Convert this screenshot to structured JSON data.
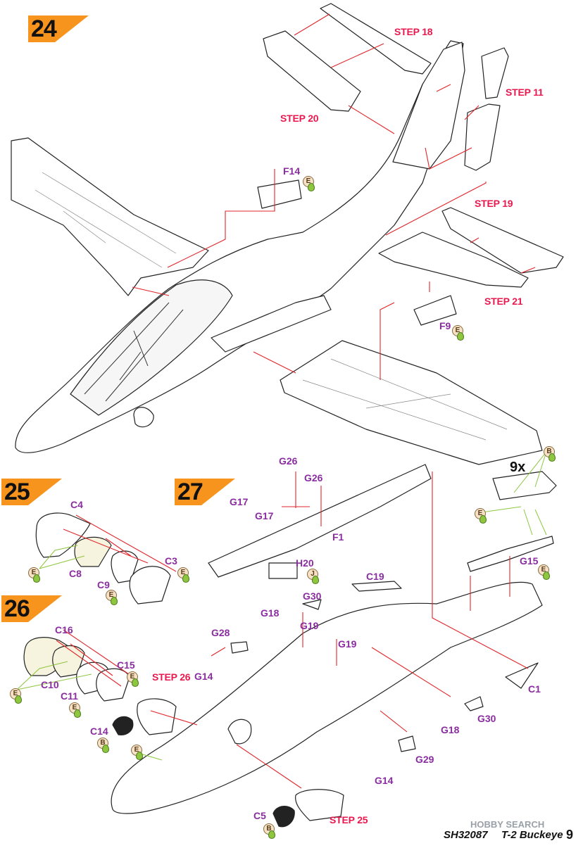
{
  "page": {
    "product_code": "SH32087",
    "product_name": "T-2 Buckeye",
    "page_number": "9",
    "watermark": "HOBBY SEARCH"
  },
  "steps": {
    "s24": "24",
    "s25": "25",
    "s26": "26",
    "s27": "27"
  },
  "step_refs": {
    "step18": "STEP 18",
    "step11": "STEP 11",
    "step20": "STEP 20",
    "step19": "STEP 19",
    "step21": "STEP 21",
    "step26": "STEP 26",
    "step25": "STEP 25"
  },
  "parts": {
    "F14": "F14",
    "F9": "F9",
    "C4": "C4",
    "C3": "C3",
    "C8": "C8",
    "C9": "C9",
    "G26a": "G26",
    "G26b": "G26",
    "G17a": "G17",
    "G17b": "G17",
    "F1": "F1",
    "H20": "H20",
    "C19": "C19",
    "G30a": "G30",
    "G18a": "G18",
    "G19a": "G19",
    "G19b": "G19",
    "G28": "G28",
    "G14a": "G14",
    "C16": "C16",
    "C15": "C15",
    "C10": "C10",
    "C11": "C11",
    "C14": "C14",
    "C1": "C1",
    "G30b": "G30",
    "G18b": "G18",
    "G29": "G29",
    "G14b": "G14",
    "C5": "C5",
    "G15": "G15",
    "qty": "9x"
  },
  "color_codes": {
    "E": "E",
    "J": "J",
    "B": "B"
  },
  "colors": {
    "step_red": "#e8194f",
    "part_purple": "#8a2da0",
    "step_orange": "#f7941d",
    "arrow_red": "#e0262b",
    "lead_green": "#8ec63f"
  }
}
